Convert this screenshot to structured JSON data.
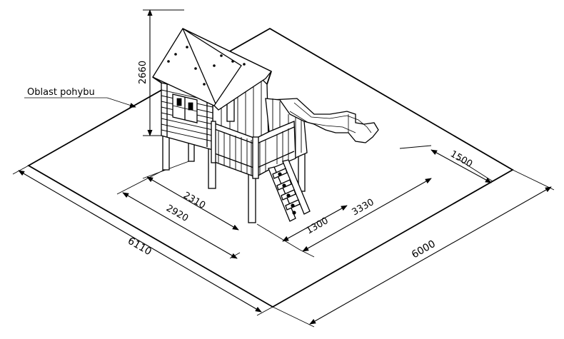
{
  "label": {
    "text": "Oblast pohybu"
  },
  "dimensions": {
    "height": "2660",
    "d2310": "2310",
    "d2920": "2920",
    "d1300": "1300",
    "d3330": "3330",
    "d1500": "1500",
    "d6110": "6110",
    "d6000": "6000"
  }
}
